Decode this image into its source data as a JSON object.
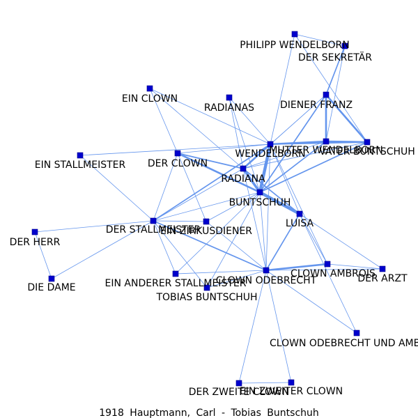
{
  "caption": "1918 Hauptmann, Carl - Tobias Buntschuh",
  "colors": {
    "edge": "#6495ed",
    "node": "#0000cd",
    "text": "#000000",
    "background": "#ffffff"
  },
  "nodes": [
    {
      "id": "philipp",
      "label": "PHILIPP WENDELBORN"
    },
    {
      "id": "sekretaer",
      "label": "DER SEKRETÄR"
    },
    {
      "id": "diener_franz",
      "label": "DIENER FRANZ"
    },
    {
      "id": "ein_clown",
      "label": "EIN CLOWN"
    },
    {
      "id": "radianas",
      "label": "RADIANAS"
    },
    {
      "id": "wendelborn",
      "label": "WENDELBORN"
    },
    {
      "id": "mutter_wendelborn",
      "label": "MUTTER WENDELBORN"
    },
    {
      "id": "vater_buntschuh",
      "label": "VATER BUNTSCHUH"
    },
    {
      "id": "ein_stallmeister",
      "label": "EIN STALLMEISTER"
    },
    {
      "id": "der_clown",
      "label": "DER CLOWN"
    },
    {
      "id": "radiana",
      "label": "RADIANA"
    },
    {
      "id": "buntschuh",
      "label": "BUNTSCHUH"
    },
    {
      "id": "luisa",
      "label": "LUISA"
    },
    {
      "id": "der_stallmeister",
      "label": "DER STALLMEISTER"
    },
    {
      "id": "zirkusdiener",
      "label": "EIN ZIRKUSDIENER"
    },
    {
      "id": "der_herr",
      "label": "DER HERR"
    },
    {
      "id": "die_dame",
      "label": "DIE DAME"
    },
    {
      "id": "anderer_stallmeister",
      "label": "EIN ANDERER STALLMEISTER"
    },
    {
      "id": "tobias",
      "label": "TOBIAS BUNTSCHUH"
    },
    {
      "id": "clown_odebrecht",
      "label": "CLOWN ODEBRECHT"
    },
    {
      "id": "clown_ambrois",
      "label": "CLOWN AMBROIS"
    },
    {
      "id": "der_arzt",
      "label": "DER ARZT"
    },
    {
      "id": "odebrecht_und_ambrois",
      "label": "CLOWN ODEBRECHT UND AMBROIS"
    },
    {
      "id": "der_zweite_clown",
      "label": "DER ZWEITE CLOWN"
    },
    {
      "id": "ein_zweiter_clown",
      "label": "EIN ZWEITER CLOWN"
    }
  ],
  "edges": [
    {
      "source": "philipp",
      "target": "wendelborn",
      "weight": 1
    },
    {
      "source": "philipp",
      "target": "vater_buntschuh",
      "weight": 1
    },
    {
      "source": "philipp",
      "target": "sekretaer",
      "weight": 1
    },
    {
      "source": "sekretaer",
      "target": "diener_franz",
      "weight": 2
    },
    {
      "source": "sekretaer",
      "target": "mutter_wendelborn",
      "weight": 1
    },
    {
      "source": "diener_franz",
      "target": "mutter_wendelborn",
      "weight": 3
    },
    {
      "source": "diener_franz",
      "target": "vater_buntschuh",
      "weight": 3
    },
    {
      "source": "diener_franz",
      "target": "wendelborn",
      "weight": 1
    },
    {
      "source": "diener_franz",
      "target": "buntschuh",
      "weight": 2
    },
    {
      "source": "diener_franz",
      "target": "radiana",
      "weight": 1
    },
    {
      "source": "mutter_wendelborn",
      "target": "vater_buntschuh",
      "weight": 3
    },
    {
      "source": "mutter_wendelborn",
      "target": "wendelborn",
      "weight": 3
    },
    {
      "source": "mutter_wendelborn",
      "target": "buntschuh",
      "weight": 2
    },
    {
      "source": "mutter_wendelborn",
      "target": "radiana",
      "weight": 1
    },
    {
      "source": "vater_buntschuh",
      "target": "wendelborn",
      "weight": 2
    },
    {
      "source": "vater_buntschuh",
      "target": "buntschuh",
      "weight": 2
    },
    {
      "source": "vater_buntschuh",
      "target": "radiana",
      "weight": 1
    },
    {
      "source": "ein_clown",
      "target": "der_clown",
      "weight": 1
    },
    {
      "source": "ein_clown",
      "target": "wendelborn",
      "weight": 1
    },
    {
      "source": "ein_clown",
      "target": "radiana",
      "weight": 1
    },
    {
      "source": "radianas",
      "target": "wendelborn",
      "weight": 1
    },
    {
      "source": "radianas",
      "target": "buntschuh",
      "weight": 1
    },
    {
      "source": "radianas",
      "target": "radiana",
      "weight": 1
    },
    {
      "source": "ein_stallmeister",
      "target": "wendelborn",
      "weight": 1
    },
    {
      "source": "ein_stallmeister",
      "target": "der_stallmeister",
      "weight": 1
    },
    {
      "source": "der_clown",
      "target": "wendelborn",
      "weight": 1
    },
    {
      "source": "der_clown",
      "target": "radiana",
      "weight": 2
    },
    {
      "source": "der_clown",
      "target": "buntschuh",
      "weight": 3
    },
    {
      "source": "der_clown",
      "target": "der_stallmeister",
      "weight": 1
    },
    {
      "source": "der_clown",
      "target": "zirkusdiener",
      "weight": 1
    },
    {
      "source": "wendelborn",
      "target": "radiana",
      "weight": 3
    },
    {
      "source": "wendelborn",
      "target": "buntschuh",
      "weight": 5
    },
    {
      "source": "wendelborn",
      "target": "luisa",
      "weight": 1
    },
    {
      "source": "wendelborn",
      "target": "clown_odebrecht",
      "weight": 1
    },
    {
      "source": "wendelborn",
      "target": "der_stallmeister",
      "weight": 2
    },
    {
      "source": "wendelborn",
      "target": "clown_ambrois",
      "weight": 1
    },
    {
      "source": "radiana",
      "target": "buntschuh",
      "weight": 4
    },
    {
      "source": "radiana",
      "target": "luisa",
      "weight": 2
    },
    {
      "source": "radiana",
      "target": "der_stallmeister",
      "weight": 1
    },
    {
      "source": "radiana",
      "target": "clown_odebrecht",
      "weight": 1
    },
    {
      "source": "buntschuh",
      "target": "luisa",
      "weight": 5
    },
    {
      "source": "buntschuh",
      "target": "der_stallmeister",
      "weight": 1
    },
    {
      "source": "buntschuh",
      "target": "zirkusdiener",
      "weight": 1
    },
    {
      "source": "buntschuh",
      "target": "clown_odebrecht",
      "weight": 1
    },
    {
      "source": "buntschuh",
      "target": "anderer_stallmeister",
      "weight": 1
    },
    {
      "source": "buntschuh",
      "target": "tobias",
      "weight": 1
    },
    {
      "source": "luisa",
      "target": "clown_odebrecht",
      "weight": 2
    },
    {
      "source": "luisa",
      "target": "clown_ambrois",
      "weight": 1
    },
    {
      "source": "luisa",
      "target": "odebrecht_und_ambrois",
      "weight": 1
    },
    {
      "source": "luisa",
      "target": "der_arzt",
      "weight": 1
    },
    {
      "source": "der_stallmeister",
      "target": "zirkusdiener",
      "weight": 1
    },
    {
      "source": "der_stallmeister",
      "target": "clown_odebrecht",
      "weight": 2
    },
    {
      "source": "der_stallmeister",
      "target": "anderer_stallmeister",
      "weight": 1
    },
    {
      "source": "der_stallmeister",
      "target": "tobias",
      "weight": 1
    },
    {
      "source": "der_stallmeister",
      "target": "der_herr",
      "weight": 1
    },
    {
      "source": "der_stallmeister",
      "target": "die_dame",
      "weight": 1
    },
    {
      "source": "der_herr",
      "target": "die_dame",
      "weight": 1
    },
    {
      "source": "zirkusdiener",
      "target": "clown_odebrecht",
      "weight": 1
    },
    {
      "source": "anderer_stallmeister",
      "target": "clown_odebrecht",
      "weight": 1
    },
    {
      "source": "tobias",
      "target": "clown_odebrecht",
      "weight": 1
    },
    {
      "source": "clown_odebrecht",
      "target": "clown_ambrois",
      "weight": 3
    },
    {
      "source": "clown_odebrecht",
      "target": "der_arzt",
      "weight": 1
    },
    {
      "source": "clown_odebrecht",
      "target": "odebrecht_und_ambrois",
      "weight": 1
    },
    {
      "source": "clown_odebrecht",
      "target": "der_zweite_clown",
      "weight": 1
    },
    {
      "source": "clown_odebrecht",
      "target": "ein_zweiter_clown",
      "weight": 1
    },
    {
      "source": "clown_ambrois",
      "target": "der_arzt",
      "weight": 1
    },
    {
      "source": "der_zweite_clown",
      "target": "ein_zweiter_clown",
      "weight": 1
    }
  ]
}
